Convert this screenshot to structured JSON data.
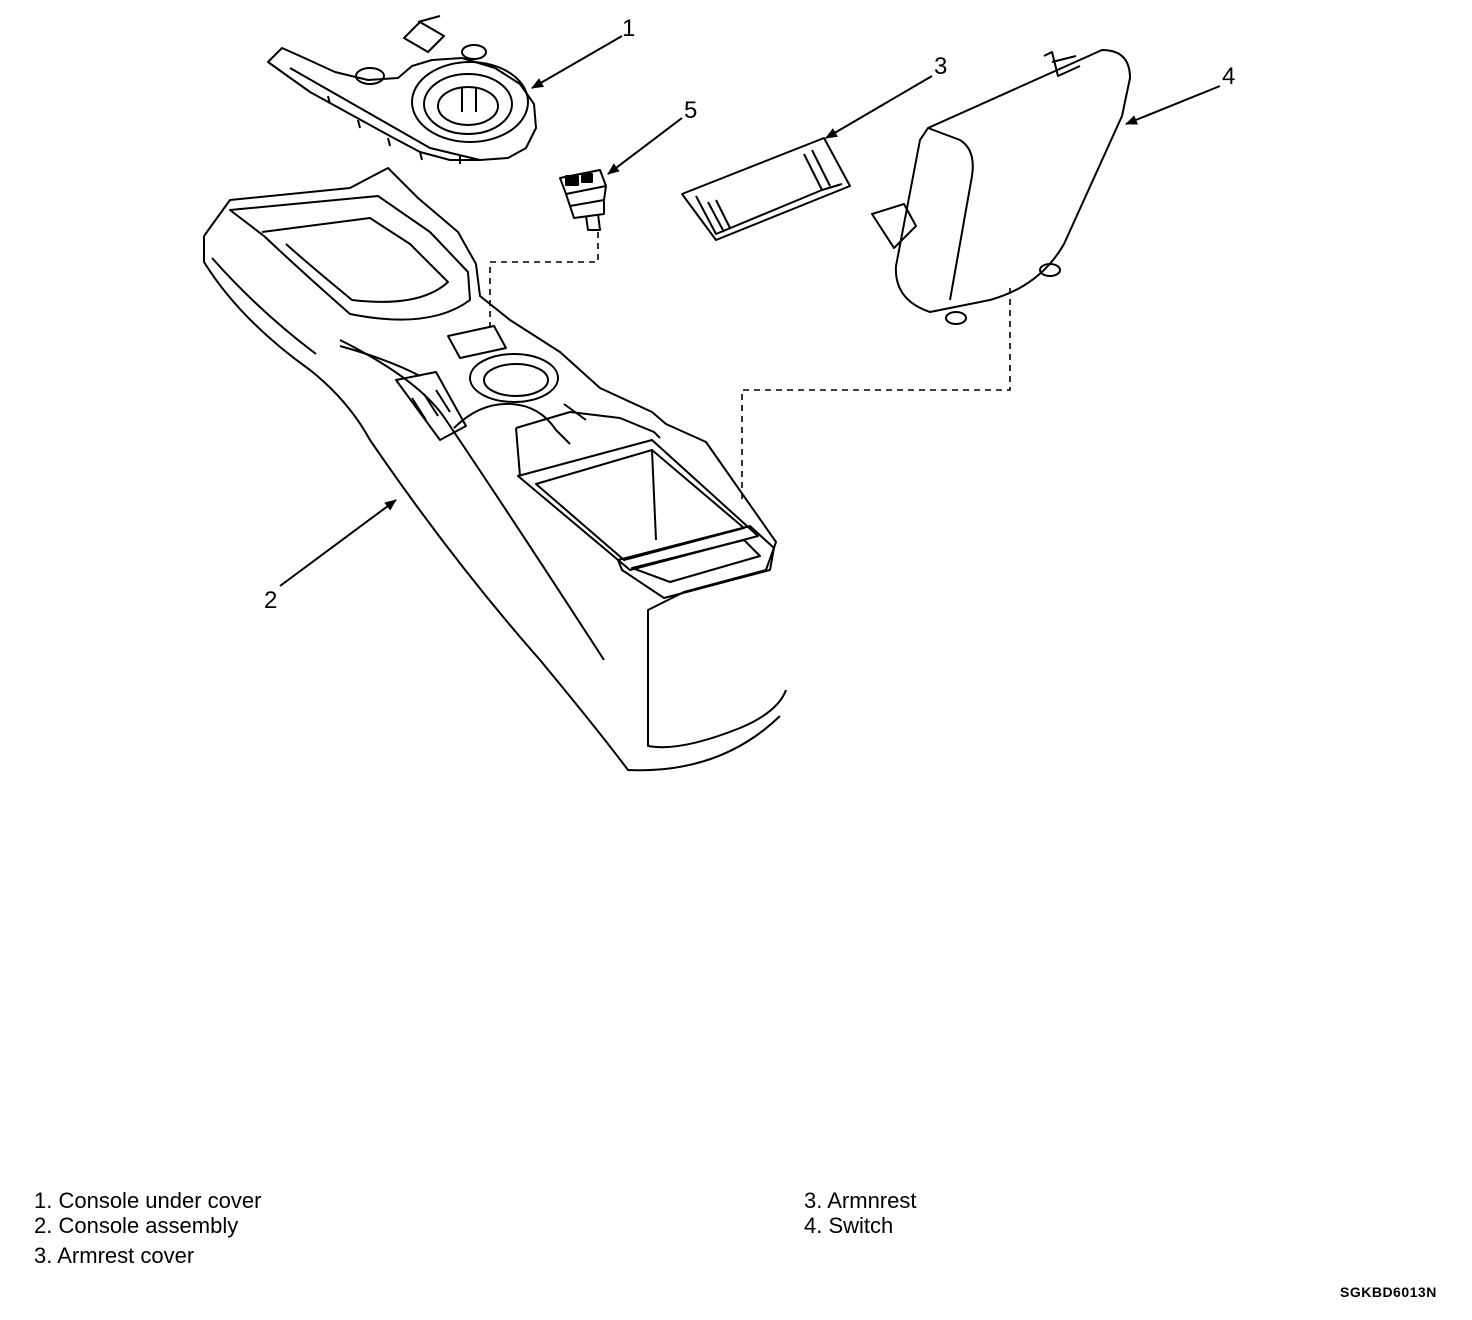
{
  "callouts": {
    "n1": "1",
    "n2": "2",
    "n3": "3",
    "n4": "4",
    "n5": "5"
  },
  "legend": {
    "left": [
      "1. Console under cover",
      "2. Console assembly",
      "3. Armrest cover"
    ],
    "right": [
      "3. Armnrest",
      "4. Switch"
    ]
  },
  "figure_code": "SGKBD6013N",
  "line_color": "#000000"
}
